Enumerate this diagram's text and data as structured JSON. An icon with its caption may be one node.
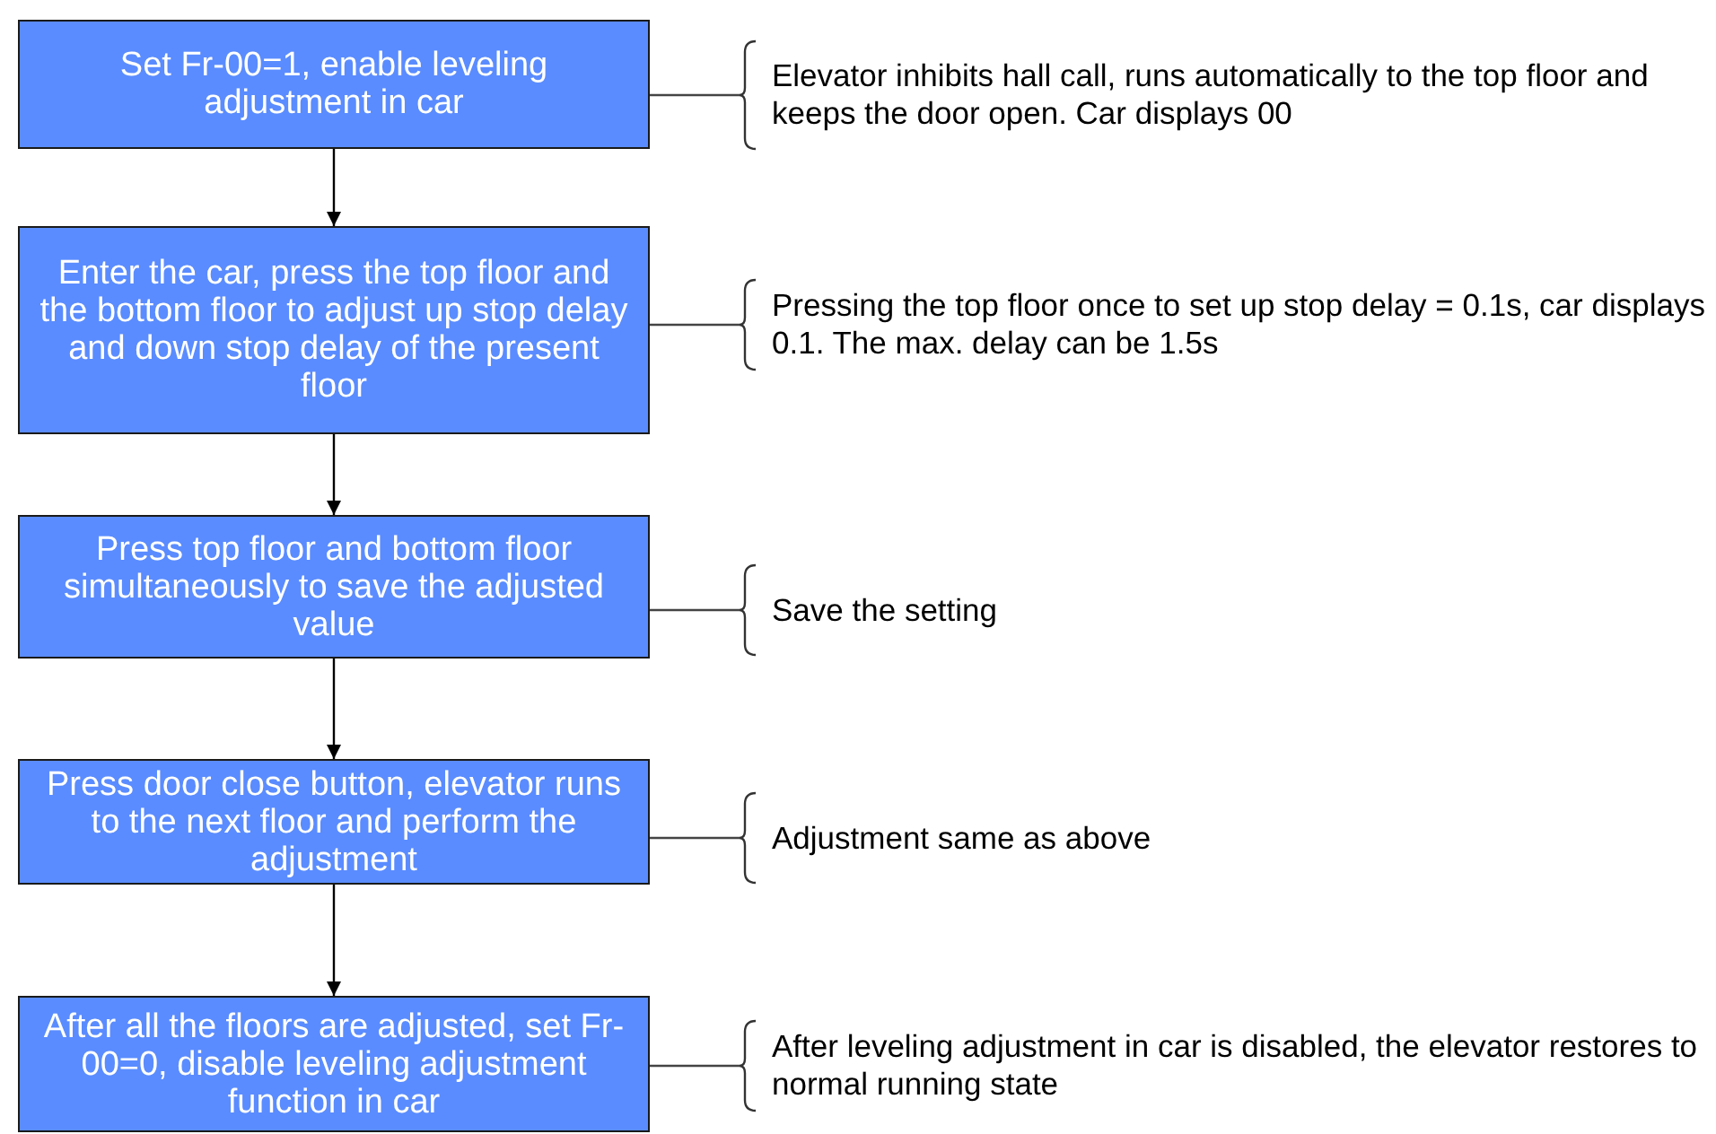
{
  "diagram": {
    "nodes": [
      {
        "text": [
          "Set Fr-00=1, enable leveling adjustment in car"
        ]
      },
      {
        "text": [
          "Elevator inhibits hall call, runs automatically to the top floor and keeps the door open. Car displays 00"
        ]
      },
      {
        "text": [
          "Enter the car, press the top floor and the bottom floor to adjust up stop delay and down stop delay of the present floor"
        ]
      },
      {
        "text": [
          "Pressing the top floor once to set up stop delay = 0.1s, car displays 0.1. The max. delay can be 1.5s"
        ]
      },
      {
        "text": [
          "Press top floor and bottom floor simultaneously to save the adjusted value"
        ]
      },
      {
        "text": [
          "Save the setting"
        ]
      },
      {
        "text": [
          "Press door close button, elevator runs to the next floor and perform the adjustment"
        ]
      },
      {
        "text": [
          "Adjustment same as above"
        ]
      },
      {
        "text": [
          "After all the floors are adjusted, set Fr-00=0, disable leveling adjustment function in car"
        ]
      },
      {
        "text": [
          "After leveling adjustment in car is disabled, the elevator restores to normal running state"
        ]
      }
    ],
    "edges": [
      {
        "from": 0,
        "to": 2,
        "arrow": "to"
      },
      {
        "from": 2,
        "to": 4,
        "arrow": "to"
      },
      {
        "from": 4,
        "to": 6,
        "arrow": "to"
      },
      {
        "from": 6,
        "to": 8,
        "arrow": "to"
      },
      {
        "from": 0,
        "to": 1,
        "arrow": "none"
      },
      {
        "from": 2,
        "to": 3,
        "arrow": "none"
      },
      {
        "from": 4,
        "to": 5,
        "arrow": "none"
      },
      {
        "from": 6,
        "to": 7,
        "arrow": "none"
      },
      {
        "from": 8,
        "to": 9,
        "arrow": "none"
      }
    ]
  }
}
